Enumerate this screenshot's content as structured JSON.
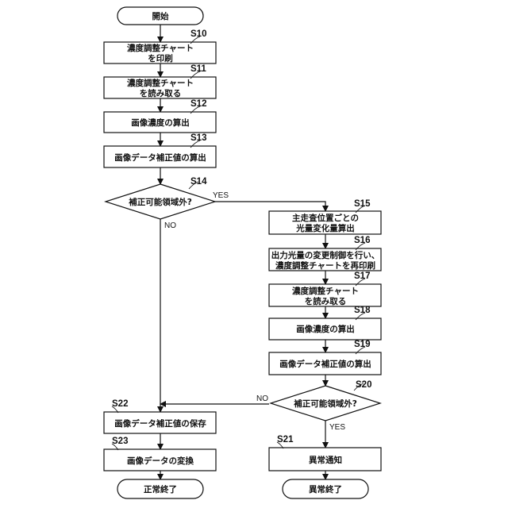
{
  "flowchart": {
    "start": "開始",
    "end_normal": "正常終了",
    "end_abnormal": "異常終了",
    "s10": {
      "step": "S10",
      "line1": "濃度調整チャート",
      "line2": "を印刷"
    },
    "s11": {
      "step": "S11",
      "line1": "濃度調整チャート",
      "line2": "を読み取る"
    },
    "s12": {
      "step": "S12",
      "text": "画像濃度の算出"
    },
    "s13": {
      "step": "S13",
      "text": "画像データ補正値の算出"
    },
    "s14": {
      "step": "S14",
      "text": "補正可能領域外?",
      "yes": "YES",
      "no": "NO"
    },
    "s15": {
      "step": "S15",
      "line1": "主走査位置ごとの",
      "line2": "光量変化量算出"
    },
    "s16": {
      "step": "S16",
      "line1": "出力光量の変更制御を行い、",
      "line2": "濃度調整チャートを再印刷"
    },
    "s17": {
      "step": "S17",
      "line1": "濃度調整チャート",
      "line2": "を読み取る"
    },
    "s18": {
      "step": "S18",
      "text": "画像濃度の算出"
    },
    "s19": {
      "step": "S19",
      "text": "画像データ補正値の算出"
    },
    "s20": {
      "step": "S20",
      "text": "補正可能領域外?",
      "yes": "YES",
      "no": "NO"
    },
    "s21": {
      "step": "S21",
      "text": "異常通知"
    },
    "s22": {
      "step": "S22",
      "text": "画像データ補正値の保存"
    },
    "s23": {
      "step": "S23",
      "text": "画像データの変換"
    }
  }
}
